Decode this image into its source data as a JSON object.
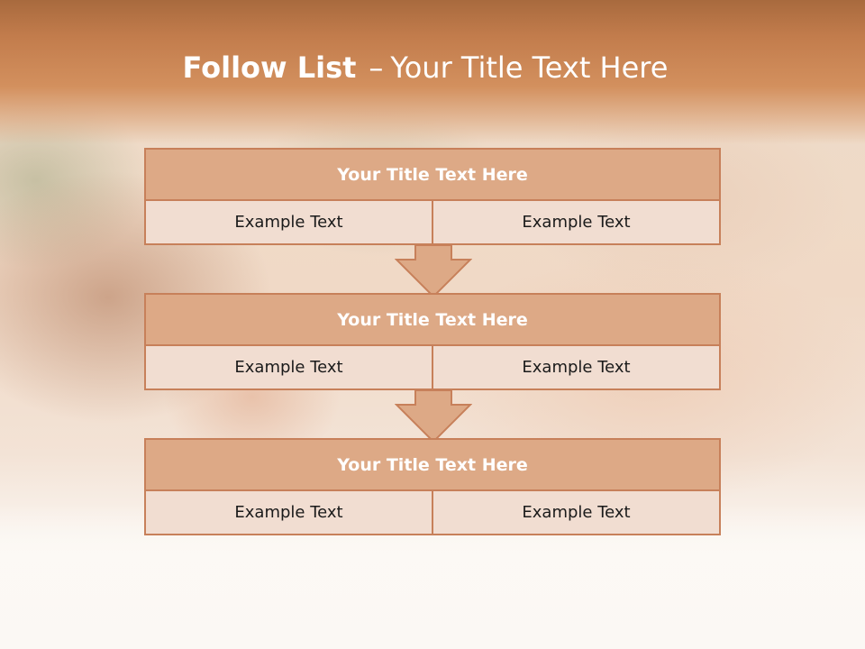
{
  "slide": {
    "title_bold": "Follow List",
    "title_separator": "–",
    "title_rest": "Your Title Text Here"
  },
  "steps": [
    {
      "title": "Your Title Text Here",
      "left": "Example Text",
      "right": "Example Text"
    },
    {
      "title": "Your Title Text Here",
      "left": "Example Text",
      "right": "Example Text"
    },
    {
      "title": "Your Title Text Here",
      "left": "Example Text",
      "right": "Example Text"
    }
  ],
  "colors": {
    "header_band": "#c98453",
    "box_border": "#c7805a",
    "box_title_fill": "#dda986",
    "box_cell_fill": "#f1ddd1",
    "arrow_fill": "#dda986"
  },
  "icons": [
    "down-arrow-icon"
  ]
}
